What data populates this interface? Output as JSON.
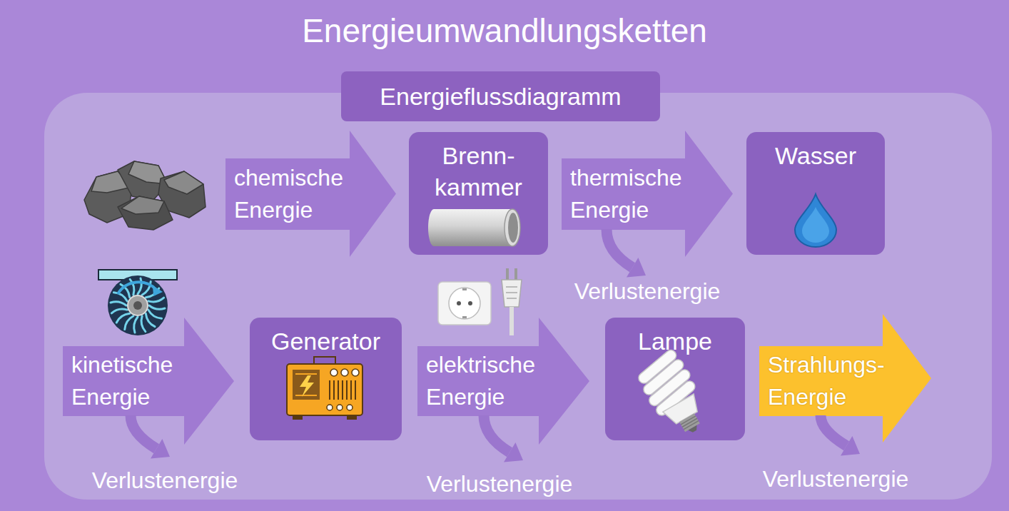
{
  "diagram": {
    "title": "Energieumwandlungsketten",
    "nodes": [
      {
        "text": [
          "Energieflussdiagramm"
        ]
      },
      {
        "text": [
          "chemische Energie"
        ]
      },
      {
        "text": [
          "Brenn- kammer"
        ]
      },
      {
        "text": [
          "thermische Energie"
        ]
      },
      {
        "text": [
          "Wasser"
        ]
      },
      {
        "text": [
          "kinetische Energie"
        ]
      },
      {
        "text": [
          "Generator"
        ]
      },
      {
        "text": [
          "elektrische Energie"
        ]
      },
      {
        "text": [
          "Lampe"
        ]
      },
      {
        "text": [
          "Strahlungs- Energie"
        ]
      }
    ],
    "labels": [
      "Verlustenergie",
      "Verlustenergie",
      "Verlustenergie",
      "Verlustenergie"
    ]
  }
}
